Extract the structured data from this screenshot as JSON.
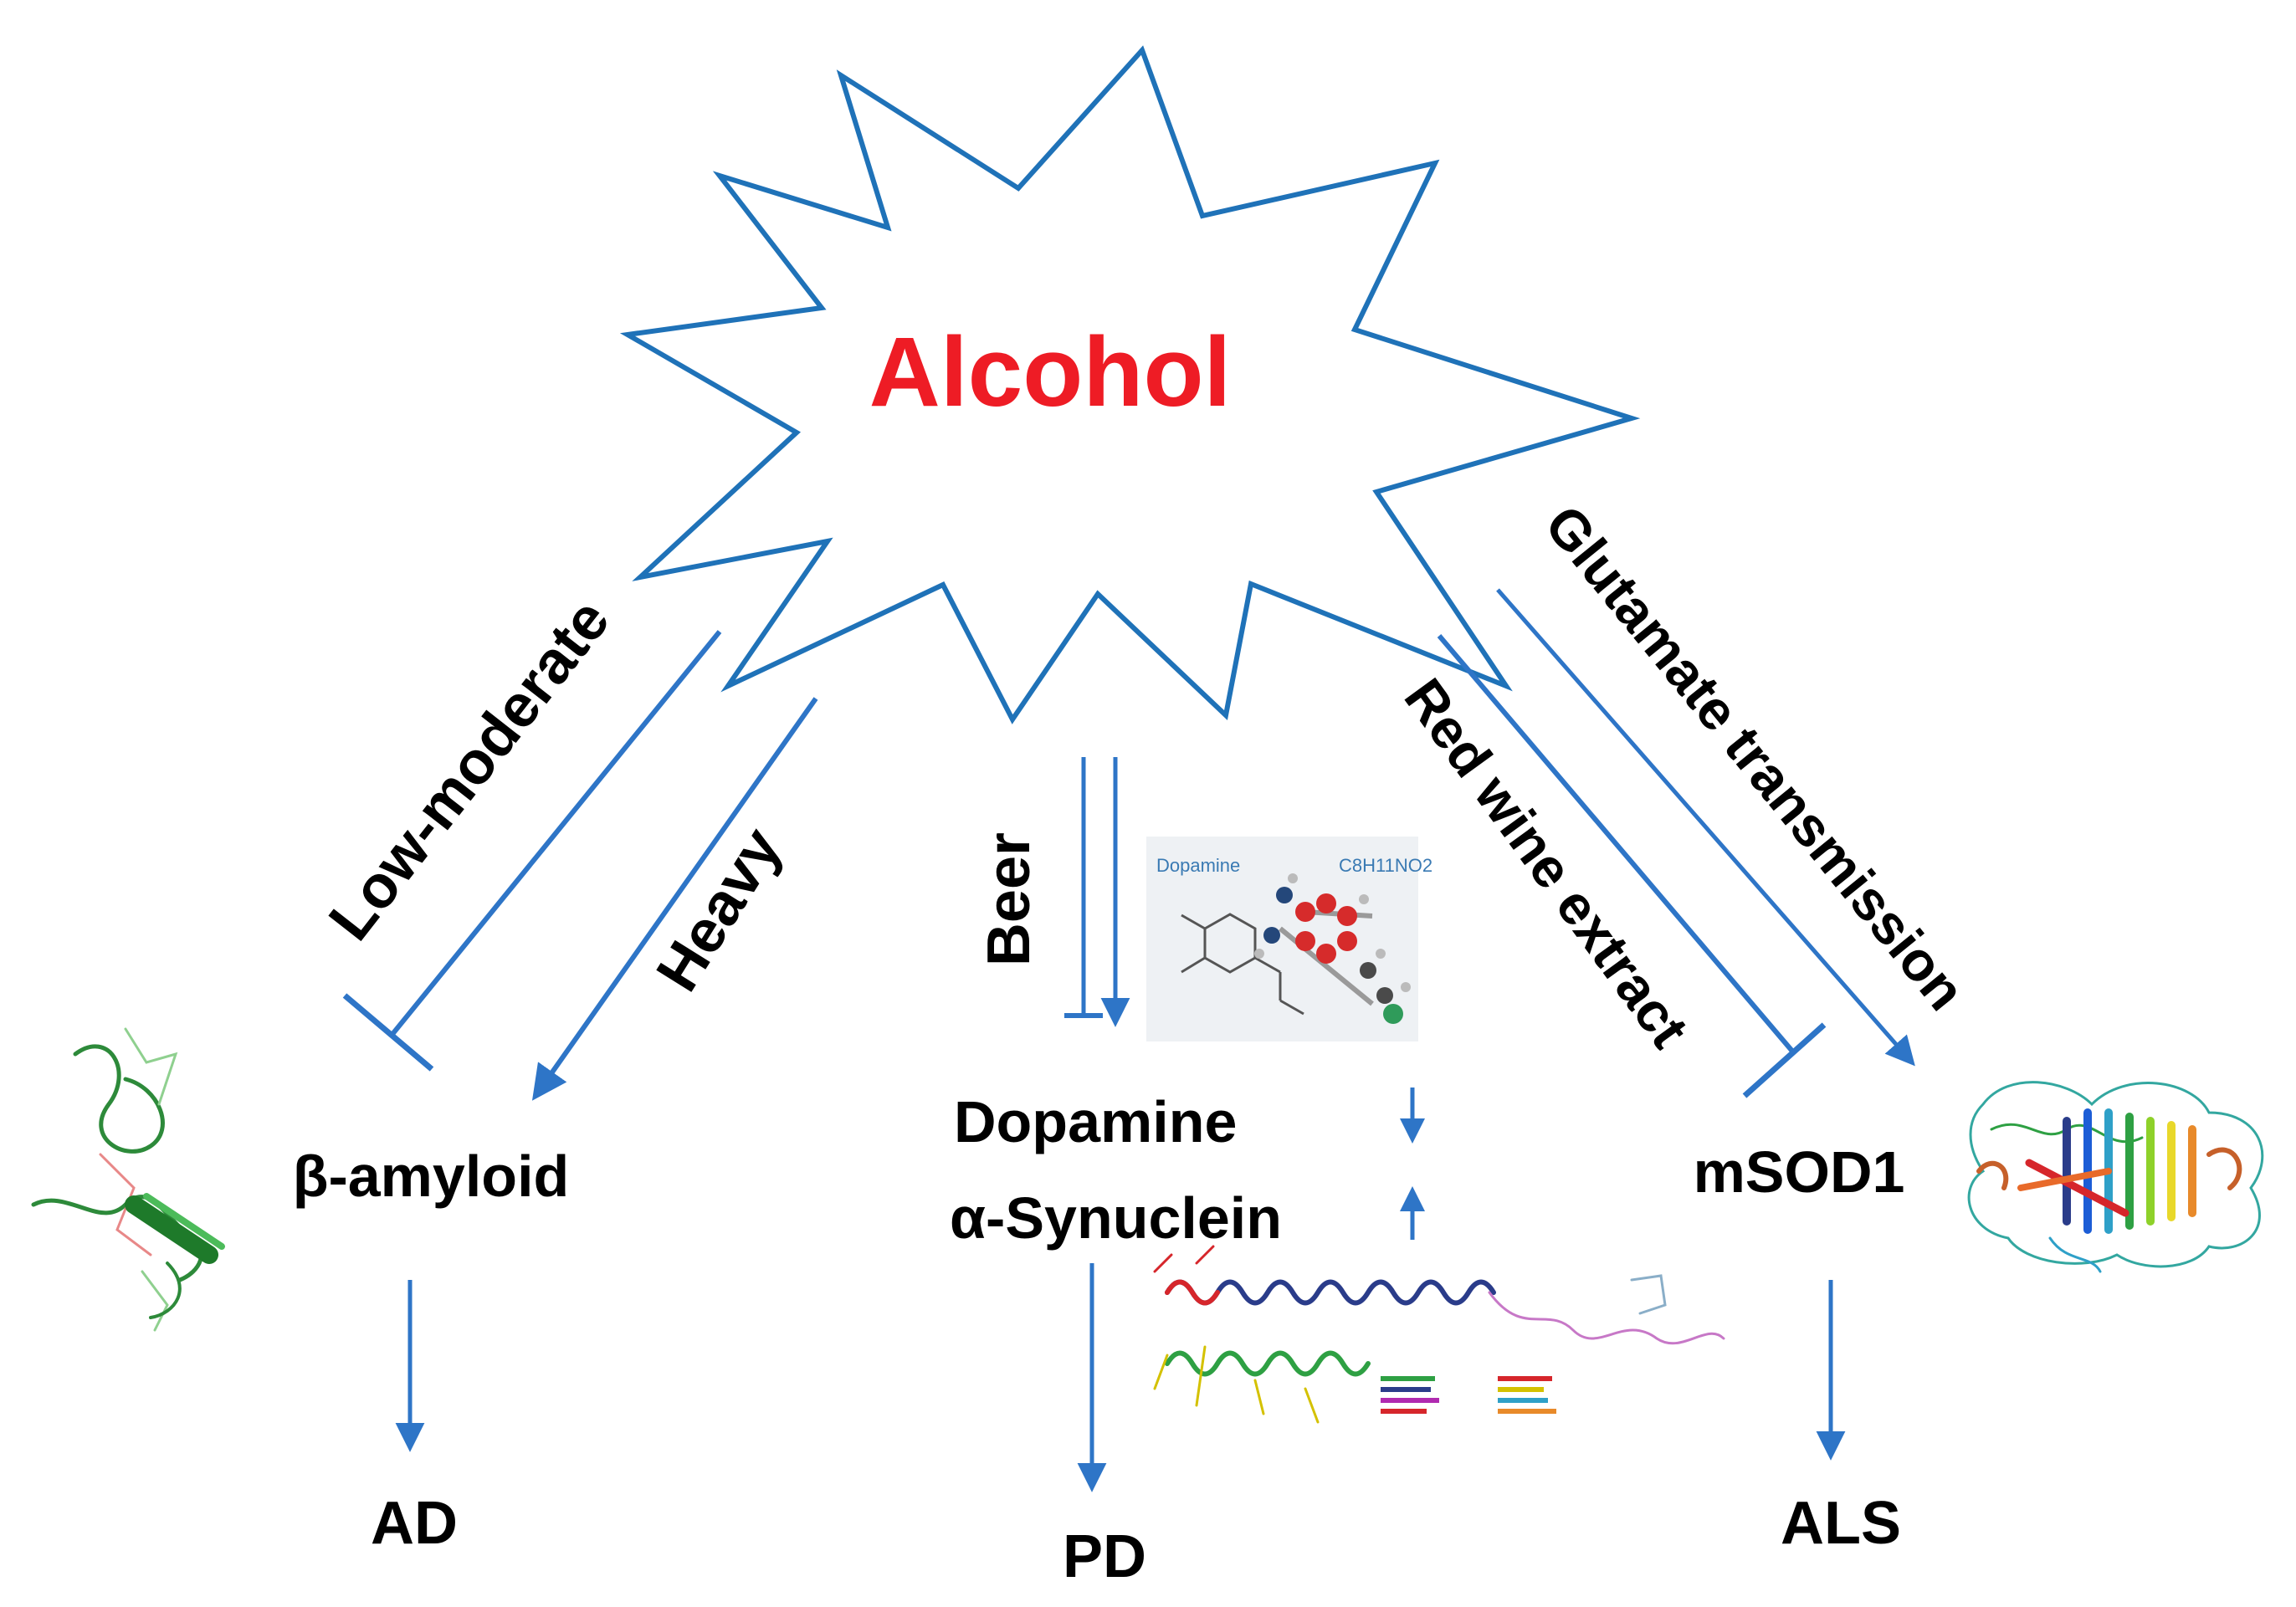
{
  "title": "Alcohol",
  "branches": {
    "low_moderate": "Low-moderate",
    "heavy": "Heavy",
    "beer": "Beer",
    "red_wine": "Red wine extract",
    "glutamate": "Glutamate transmission"
  },
  "nodes": {
    "amyloid": "β-amyloid",
    "dopamine": "Dopamine",
    "synuclein": "α-Synuclein",
    "msod1": "mSOD1"
  },
  "diseases": {
    "ad": "AD",
    "pd": "PD",
    "als": "ALS"
  },
  "dopamine_card": {
    "name": "Dopamine",
    "formula": "C8H11NO2"
  },
  "colors": {
    "arrow": "#2e75c7",
    "star_stroke": "#1f72b8",
    "title": "#ee1c25",
    "text": "#000000"
  },
  "icons": {
    "dopamine_trend": "arrow-down-icon",
    "synuclein_trend": "arrow-up-icon"
  }
}
